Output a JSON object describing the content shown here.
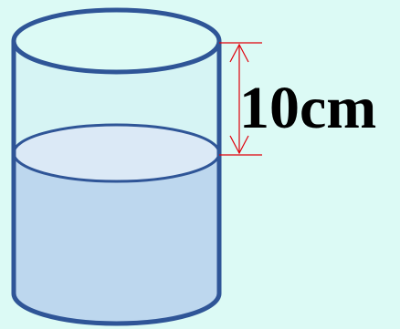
{
  "measurement": {
    "label": "10cm",
    "value": 10,
    "unit": "cm"
  },
  "colors": {
    "background": "#dcfaf5",
    "outline": "#2f5597",
    "glass": "#d6f4f4",
    "water": "#bdd7ee",
    "water_surface": "#dbe9f6",
    "dimension_line": "#e0000b",
    "label": "#000000"
  }
}
